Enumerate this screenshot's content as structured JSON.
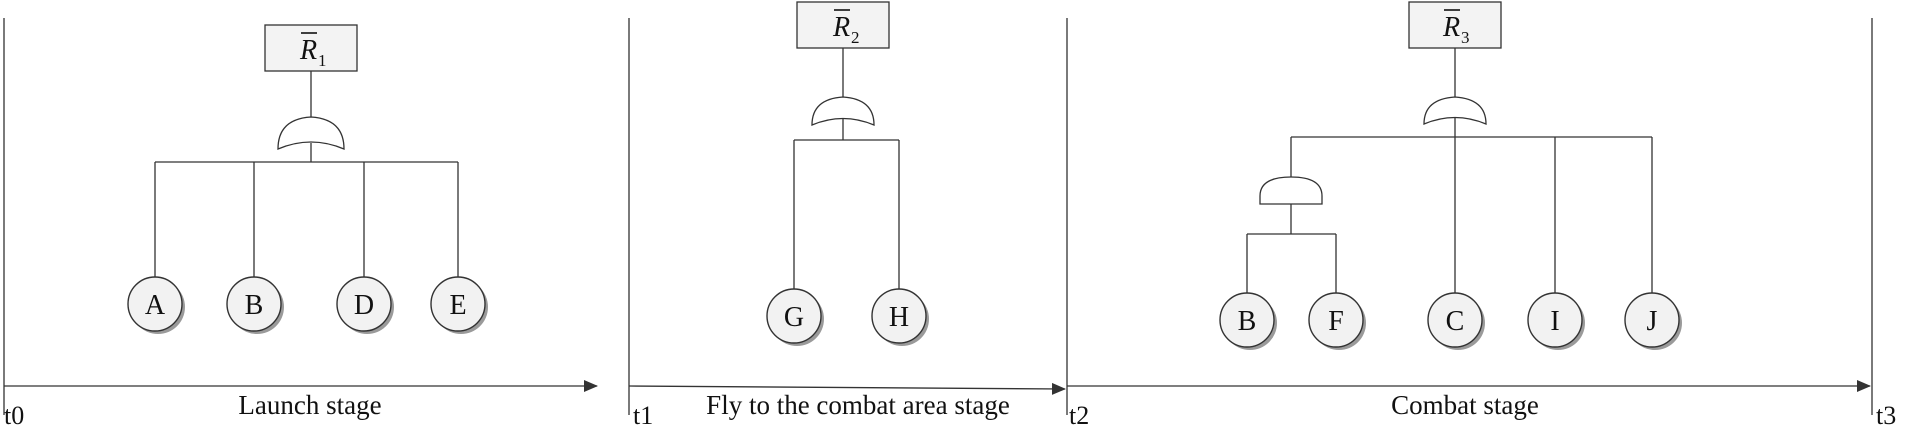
{
  "stages": [
    {
      "name": "Launch stage",
      "top_event": {
        "letter": "R",
        "sub": "1"
      },
      "events": [
        "A",
        "B",
        "D",
        "E"
      ]
    },
    {
      "name": "Fly to the combat area stage",
      "top_event": {
        "letter": "R",
        "sub": "2"
      },
      "events": [
        "G",
        "H"
      ]
    },
    {
      "name": "Combat stage",
      "top_event": {
        "letter": "R",
        "sub": "3"
      },
      "events": [
        "B",
        "F",
        "C",
        "I",
        "J"
      ]
    }
  ],
  "time_marks": [
    "t0",
    "t1",
    "t2",
    "t3"
  ],
  "colors": {
    "stroke": "#333333",
    "box_fill": "#f3f3f3",
    "circle_fill": "#f2f2f2",
    "arrow": "#333333"
  }
}
